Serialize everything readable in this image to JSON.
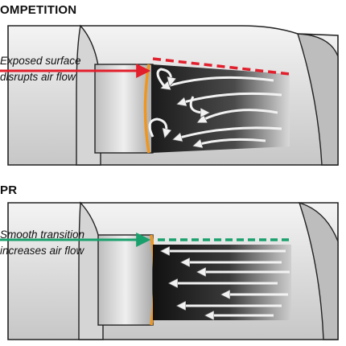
{
  "panels": [
    {
      "title": "OMPETITION",
      "callout": {
        "line1": "Exposed surface",
        "line2": "disrupts air flow"
      },
      "colors": {
        "dashed_line": "#e21f2c",
        "arrow": "#e21f2c",
        "edge": "#f0961e"
      }
    },
    {
      "title": "PR",
      "callout": {
        "line1": "Smooth transition",
        "line2": "increases air flow"
      },
      "colors": {
        "dashed_line": "#1aa06d",
        "arrow": "#1aa06d",
        "edge": "#f0961e"
      }
    }
  ],
  "colors": {
    "tube_light": "#e6e6e6",
    "tube_mid": "#cfcfcf",
    "outline": "#222222",
    "interior_dark": "#1a1a1a",
    "flow_arrow": "#f2f2f2"
  }
}
